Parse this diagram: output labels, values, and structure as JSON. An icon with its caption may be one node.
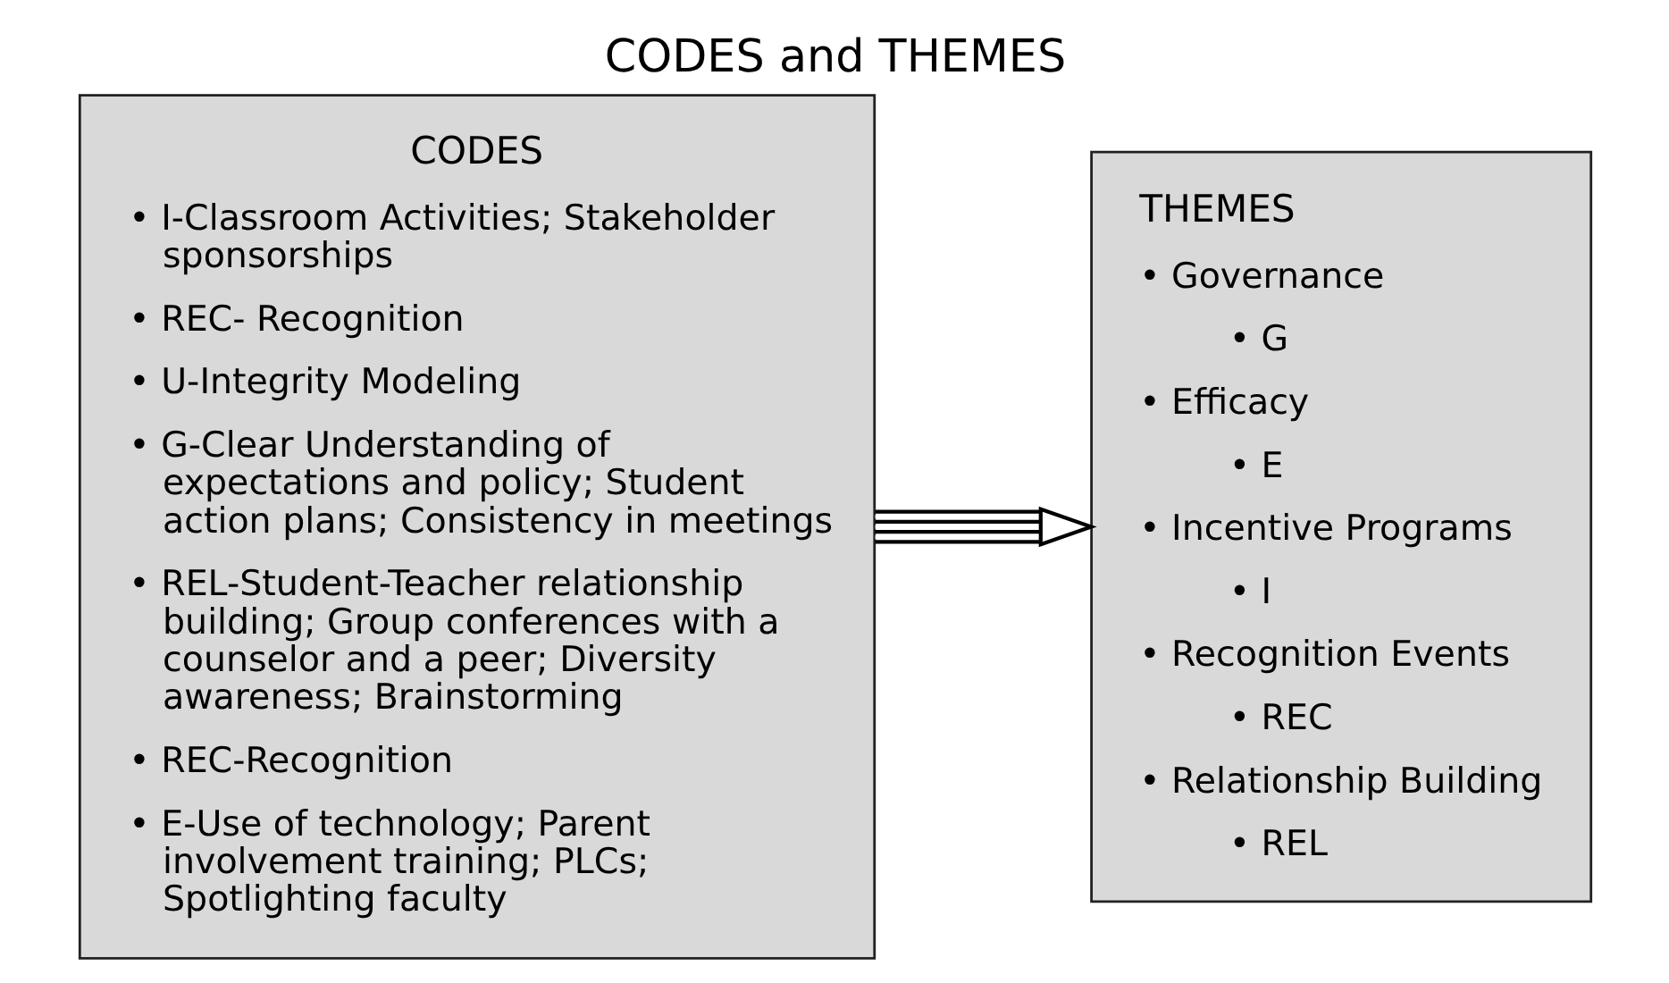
{
  "diagram": {
    "title": "CODES and THEMES",
    "nodes": [
      {
        "text": [
          "CODES",
          "• I-Classroom Activities; Stakeholder sponsorships",
          "• REC- Recognition",
          "• U-Integrity Modeling",
          "• G-Clear Understanding of expectations and policy; Student action plans; Consistency in meetings",
          "• REL-Student-Teacher relationship building; Group conferences with a counselor and a peer; Diversity awareness; Brainstorming",
          "• REC-Recognition",
          "• E-Use of technology; Parent involvement training; PLCs; Spotlighting faculty"
        ]
      },
      {
        "text": [
          "THEMES",
          "• Governance",
          "• G",
          "• Efficacy",
          "• E",
          "• Incentive Programs",
          "• I",
          "• Recognition Events",
          "• REC",
          "• Relationship Building",
          "• REL"
        ]
      }
    ],
    "edges": [
      {
        "from": 0,
        "to": 1,
        "arrow": "to"
      }
    ]
  }
}
